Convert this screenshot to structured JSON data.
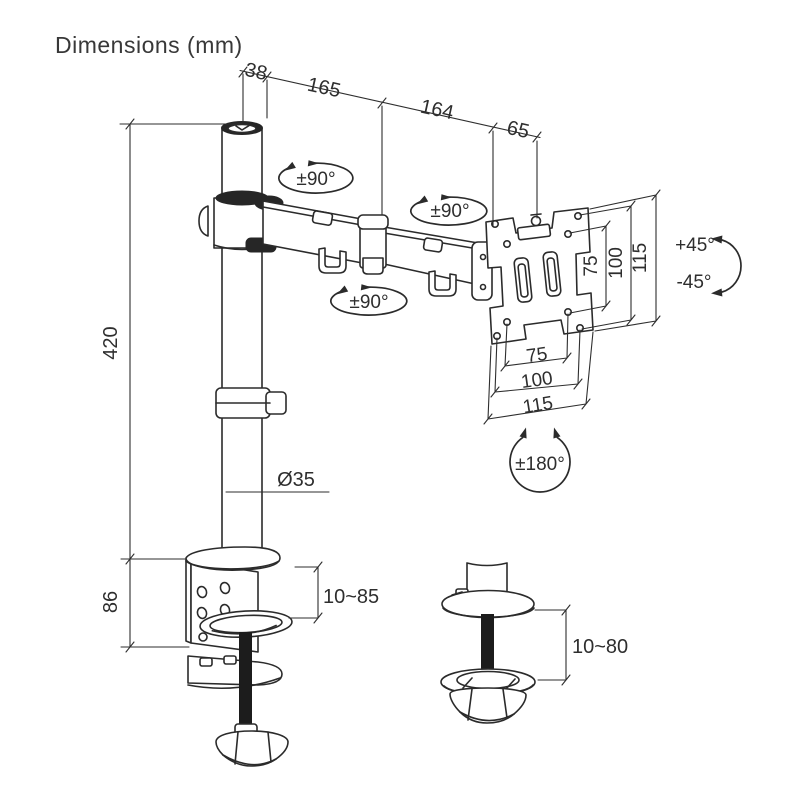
{
  "title": "Dimensions (mm)",
  "colors": {
    "line": "#2b2b2b",
    "background": "#ffffff",
    "rod_fill": "#1c1c1c"
  },
  "annotations": {
    "top_chain": {
      "pole_to_pivot": "38",
      "arm_segment_1": "165",
      "arm_segment_2": "164",
      "head_offset": "65"
    },
    "left": {
      "pole_height": "420",
      "clamp_body_height": "86"
    },
    "pole": {
      "diameter": "Ø35"
    },
    "desk_clamp": {
      "thickness_range": "10~85"
    },
    "grommet_mount": {
      "thickness_range": "10~80"
    },
    "vesa": {
      "vertical": {
        "inner": "75",
        "middle": "100",
        "outer": "115"
      },
      "horizontal": {
        "inner": "75",
        "middle": "100",
        "outer": "115"
      }
    },
    "rotations": {
      "swivel_top": "±90°",
      "swivel_mid": "±90°",
      "swivel_bottom": "±90°",
      "tilt_up": "+45°",
      "tilt_down": "-45°",
      "pan": "±180°"
    }
  }
}
